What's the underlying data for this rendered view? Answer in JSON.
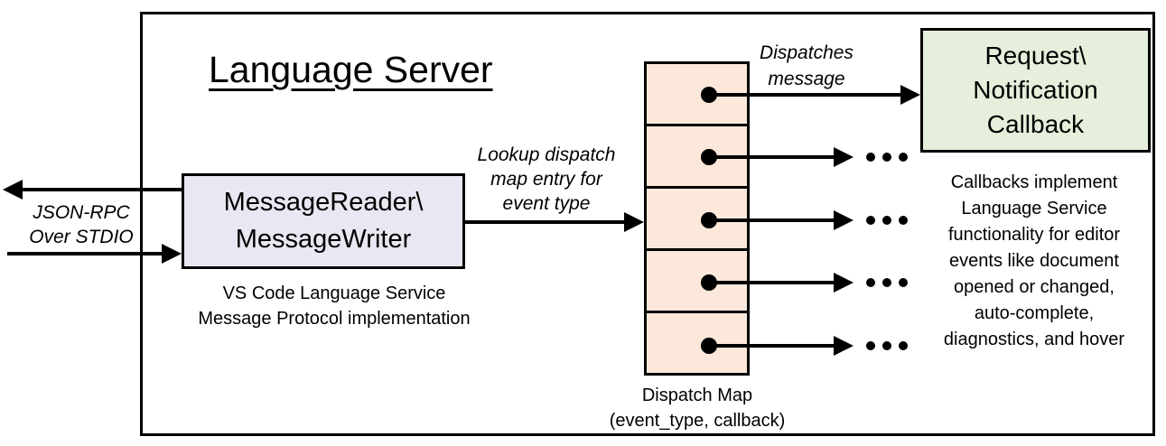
{
  "title": "Language Server",
  "colors": {
    "message_box_fill": "#e9e7f1",
    "dispatch_map_fill": "#fbe8da",
    "callback_box_fill": "#e5efdb",
    "line": "#000000"
  },
  "stdio": {
    "label": "JSON-RPC\nOver STDIO"
  },
  "message_box": {
    "label": "MessageReader\\\nMessageWriter",
    "caption": "VS Code Language Service\nMessage Protocol implementation"
  },
  "lookup_annotation": {
    "label": "Lookup dispatch\nmap entry for\nevent type"
  },
  "dispatch_annotation": {
    "label": "Dispatches\nmessage"
  },
  "dispatch_map": {
    "caption": "Dispatch Map\n(event_type, callback)",
    "entry_count": 5
  },
  "callback_box": {
    "label": "Request\\\nNotification\nCallback",
    "note": "Callbacks implement\nLanguage Service\nfunctionality for editor\nevents like document\nopened or changed,\nauto-complete,\ndiagnostics, and hover"
  },
  "icons": {
    "arrowhead": "filled triangle",
    "ellipsis": "three dots",
    "map_entry": "filled circle"
  }
}
